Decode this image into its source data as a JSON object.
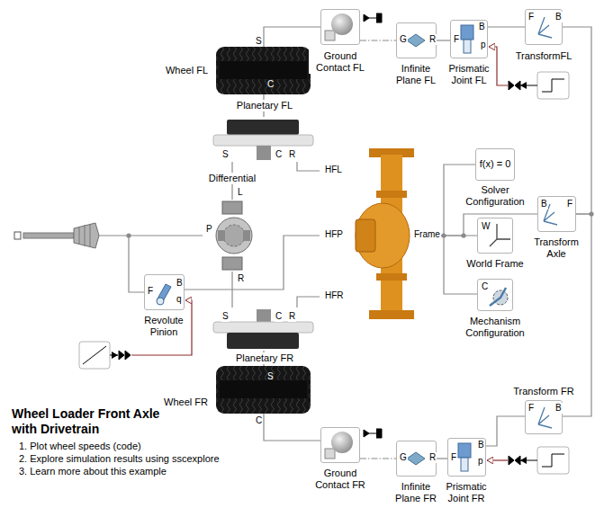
{
  "diagram": {
    "title": "Wheel Loader Front Axle with Drivetrain",
    "nodes": [
      {
        "text": [
          "Ground Contact FL"
        ]
      },
      {
        "text": [
          "Infinite Plane FL",
          "G",
          "R"
        ]
      },
      {
        "text": [
          "Prismatic Joint FL",
          "F",
          "B",
          "p"
        ]
      },
      {
        "text": [
          "TransformFL",
          "F",
          "B"
        ]
      },
      {
        "text": [
          "Wheel FL",
          "S",
          "C"
        ]
      },
      {
        "text": [
          "Planetary FL",
          "S",
          "C",
          "R"
        ]
      },
      {
        "text": [
          "Differential",
          "L",
          "P",
          "R"
        ]
      },
      {
        "text": [
          "f(x) = 0",
          "Solver Configuration"
        ]
      },
      {
        "text": [
          "HFL",
          "HFP",
          "Frame",
          "HFR"
        ]
      },
      {
        "text": [
          "Transform Axle",
          "B",
          "F"
        ]
      },
      {
        "text": [
          "World Frame",
          "W"
        ]
      },
      {
        "text": [
          "Mechanism Configuration",
          "C"
        ]
      },
      {
        "text": [
          "Revolute Pinion",
          "F",
          "B",
          "q"
        ]
      },
      {
        "text": [
          "Planetary FR",
          "S",
          "R",
          "C"
        ]
      },
      {
        "text": [
          "Wheel FR",
          "S",
          "C"
        ]
      },
      {
        "text": [
          "Transform FR",
          "F",
          "B"
        ]
      },
      {
        "text": [
          "Ground Contact FR"
        ]
      },
      {
        "text": [
          "Infinite Plane FR",
          "G",
          "R"
        ]
      },
      {
        "text": [
          "Prismatic Joint FR",
          "F",
          "B",
          "p"
        ]
      }
    ],
    "edges": [
      {
        "from": 4,
        "to": 0,
        "arrow": "none"
      },
      {
        "from": 0,
        "to": 1,
        "arrow": "none"
      },
      {
        "from": 1,
        "to": 2,
        "arrow": "none"
      },
      {
        "from": 2,
        "to": 3,
        "arrow": "none"
      },
      {
        "from": 3,
        "to": 9,
        "arrow": "none"
      },
      {
        "from": 4,
        "to": 5,
        "arrow": "none"
      },
      {
        "from": 5,
        "to": 6,
        "arrow": "none"
      },
      {
        "from": 5,
        "to": 8,
        "arrow": "none"
      },
      {
        "from": 8,
        "to": 7,
        "arrow": "none"
      },
      {
        "from": 8,
        "to": 10,
        "arrow": "none"
      },
      {
        "from": 8,
        "to": 11,
        "arrow": "none"
      },
      {
        "from": 8,
        "to": 9,
        "arrow": "none"
      },
      {
        "from": 12,
        "to": 6,
        "arrow": "none"
      },
      {
        "from": 12,
        "to": 8,
        "arrow": "none"
      },
      {
        "from": 6,
        "to": 13,
        "arrow": "none"
      },
      {
        "from": 13,
        "to": 8,
        "arrow": "none"
      },
      {
        "from": 13,
        "to": 14,
        "arrow": "none"
      },
      {
        "from": 14,
        "to": 16,
        "arrow": "none"
      },
      {
        "from": 16,
        "to": 17,
        "arrow": "none"
      },
      {
        "from": 17,
        "to": 18,
        "arrow": "none"
      },
      {
        "from": 18,
        "to": 15,
        "arrow": "none"
      },
      {
        "from": 15,
        "to": 9,
        "arrow": "none"
      }
    ],
    "labels": [
      "1. Plot wheel speeds (code)",
      "2. Explore simulation results using sscexplore",
      "3. Learn more about this example"
    ]
  }
}
